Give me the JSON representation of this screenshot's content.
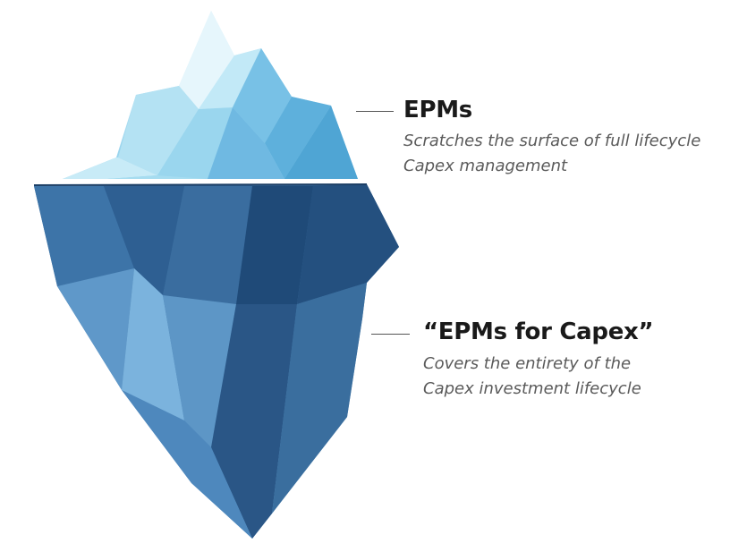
{
  "figure": {
    "icon": "iceberg",
    "colors": {
      "above_water_light": "#d6f0fa",
      "above_water_mid": "#8fd0ec",
      "above_water_dark": "#4fa5d4",
      "below_water_light": "#5b93c4",
      "below_water_mid": "#3f77aa",
      "below_water_dark": "#1f4a78"
    }
  },
  "callouts": {
    "top": {
      "title": "EPMs",
      "description_line1": "Scratches the surface of full lifecycle",
      "description_line2": "Capex management"
    },
    "bottom": {
      "title": "“EPMs for Capex”",
      "description_line1": "Covers the entirety of the",
      "description_line2": "Capex investment lifecycle"
    }
  }
}
